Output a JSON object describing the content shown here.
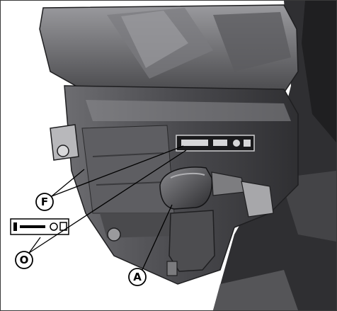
{
  "colors": {
    "engine_dark": "#3d3d3f",
    "engine_mid": "#5a5a5d",
    "engine_light": "#8c8c90",
    "highlight": "#c9c9cc",
    "shadow": "#1f1f21",
    "line": "#000000",
    "callout_fill": "#ffffff"
  },
  "callouts": {
    "choke_lever": {
      "letter": "A"
    },
    "throttle_label": {
      "letter": "F"
    },
    "decal": {
      "letter": "O"
    }
  },
  "icons": [
    "choke-lever-icon",
    "fuel-decal-icon",
    "decal-symbol-icon"
  ]
}
